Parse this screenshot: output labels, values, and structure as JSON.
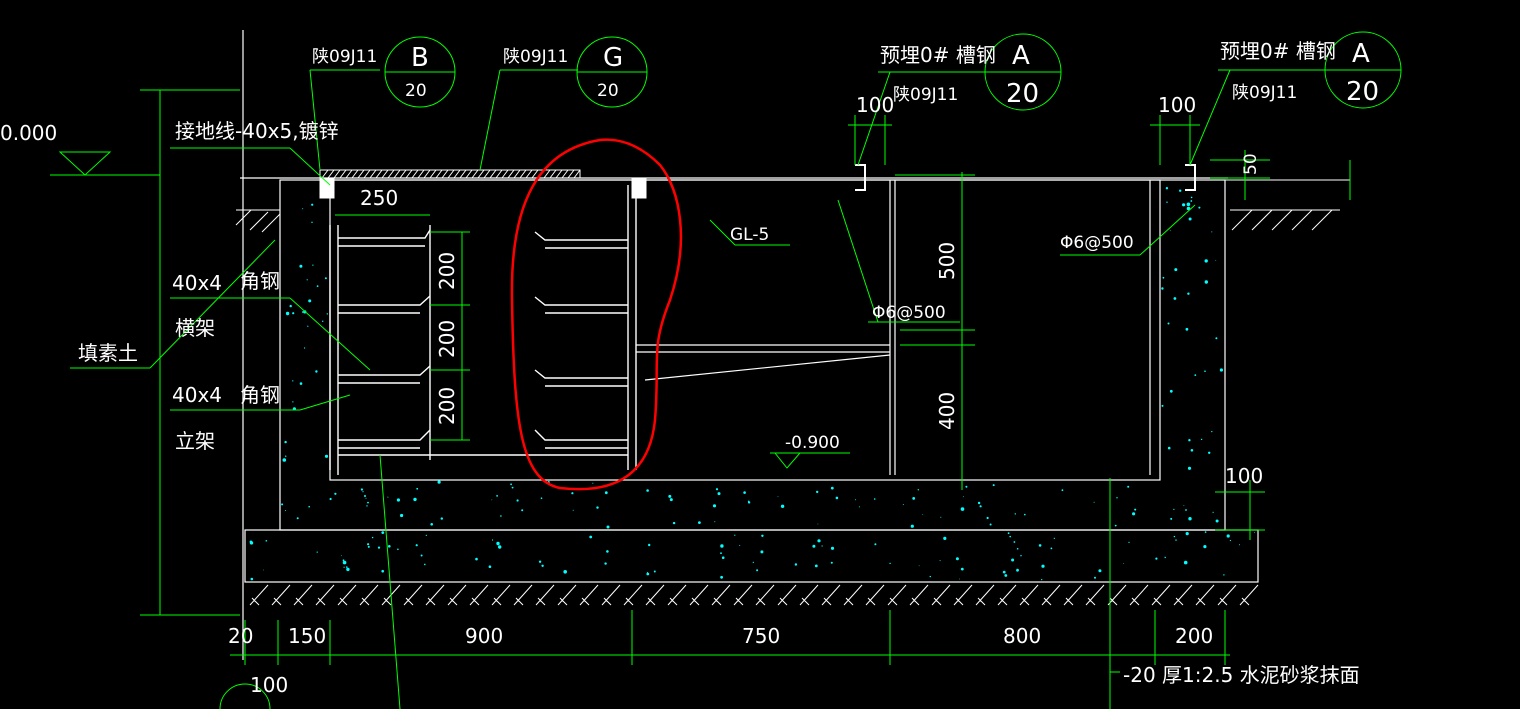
{
  "colors": {
    "background": "#000000",
    "leader": "#00ff00",
    "outline": "#ffffff",
    "hatch": "#00ffff",
    "highlight": "#ff0000"
  },
  "labels": {
    "left_elevation": "0.000",
    "fill_soil": "填素土",
    "ground_wire": "接地线-40x5,镀锌",
    "angle_steel_1": "40x4",
    "angle_steel_1_name": "角钢",
    "crossbar": "横架",
    "angle_steel_2": "40x4",
    "angle_steel_2_name": "角钢",
    "upright": "立架",
    "gl5": "GL-5",
    "rebar_1": "Φ6@500",
    "rebar_2": "Φ6@500",
    "bottom_elev": "-0.900",
    "plaster_note": "-20 厚1:2.5  水泥砂浆抹面",
    "embed_1": "预埋0# 槽钢",
    "embed_2": "预埋0# 槽钢"
  },
  "detail_refs": [
    {
      "atlas": "陕09J11",
      "letter": "B",
      "sheet": "20"
    },
    {
      "atlas": "陕09J11",
      "letter": "G",
      "sheet": "20"
    },
    {
      "atlas": "陕09J11",
      "letter": "A",
      "sheet": "20"
    },
    {
      "atlas": "陕09J11",
      "letter": "A",
      "sheet": "20"
    }
  ],
  "dimensions": {
    "d250": "250",
    "d200a": "200",
    "d200b": "200",
    "d200c": "200",
    "d500": "500",
    "d400": "400",
    "d100_mid": "100",
    "d100_right": "100",
    "d50": "50",
    "d100_side": "100",
    "bottom": [
      "20",
      "150",
      "900",
      "750",
      "800",
      "200"
    ],
    "d100_bottom": "100"
  }
}
